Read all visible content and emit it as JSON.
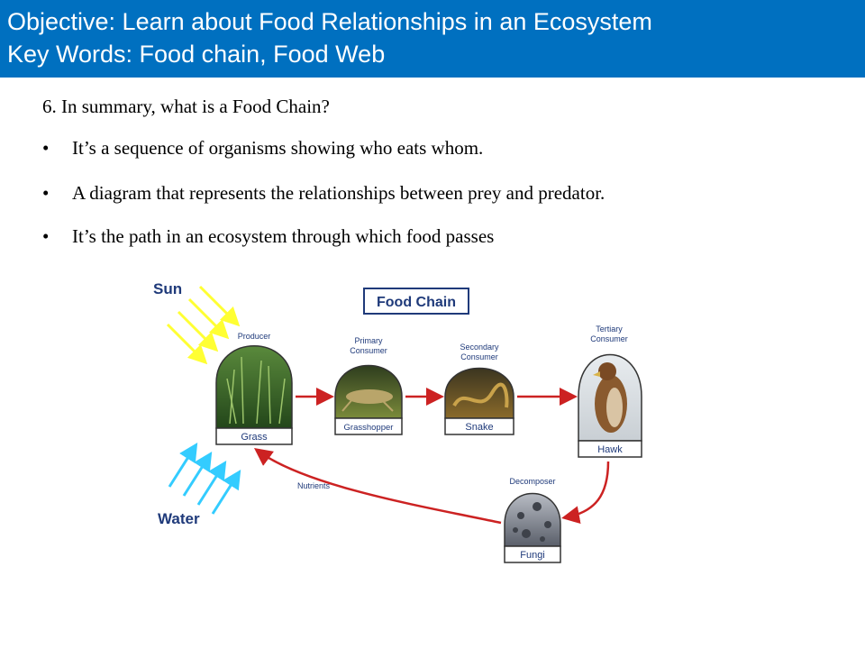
{
  "header": {
    "objective": "Objective: Learn about Food Relationships in an Ecosystem",
    "keywords": "Key Words: Food chain, Food Web"
  },
  "summary": {
    "question": "6. In summary, what is a Food Chain?",
    "bullets": [
      "It’s a sequence of organisms showing who eats whom.",
      "A diagram that represents the relationships between prey and predator.",
      "It’s the path in an ecosystem through which food passes"
    ]
  },
  "diagram": {
    "title": "Food Chain",
    "sun": "Sun",
    "water": "Water",
    "nutrients": "Nutrients",
    "producer": {
      "role": "Producer",
      "name": "Grass"
    },
    "primary": {
      "role_line1": "Primary",
      "role_line2": "Consumer",
      "name": "Grasshopper"
    },
    "secondary": {
      "role_line1": "Secondary",
      "role_line2": "Consumer",
      "name": "Snake"
    },
    "tertiary": {
      "role_line1": "Tertiary",
      "role_line2": "Consumer",
      "name": "Hawk"
    },
    "decomposer": {
      "role": "Decomposer",
      "name": "Fungi"
    },
    "colors": {
      "sun_arrows": "#ffff33",
      "water_arrows": "#33ccff",
      "flow_arrows": "#cc2222",
      "header": "#0070c0",
      "label_text": "#1f3a7a"
    }
  }
}
